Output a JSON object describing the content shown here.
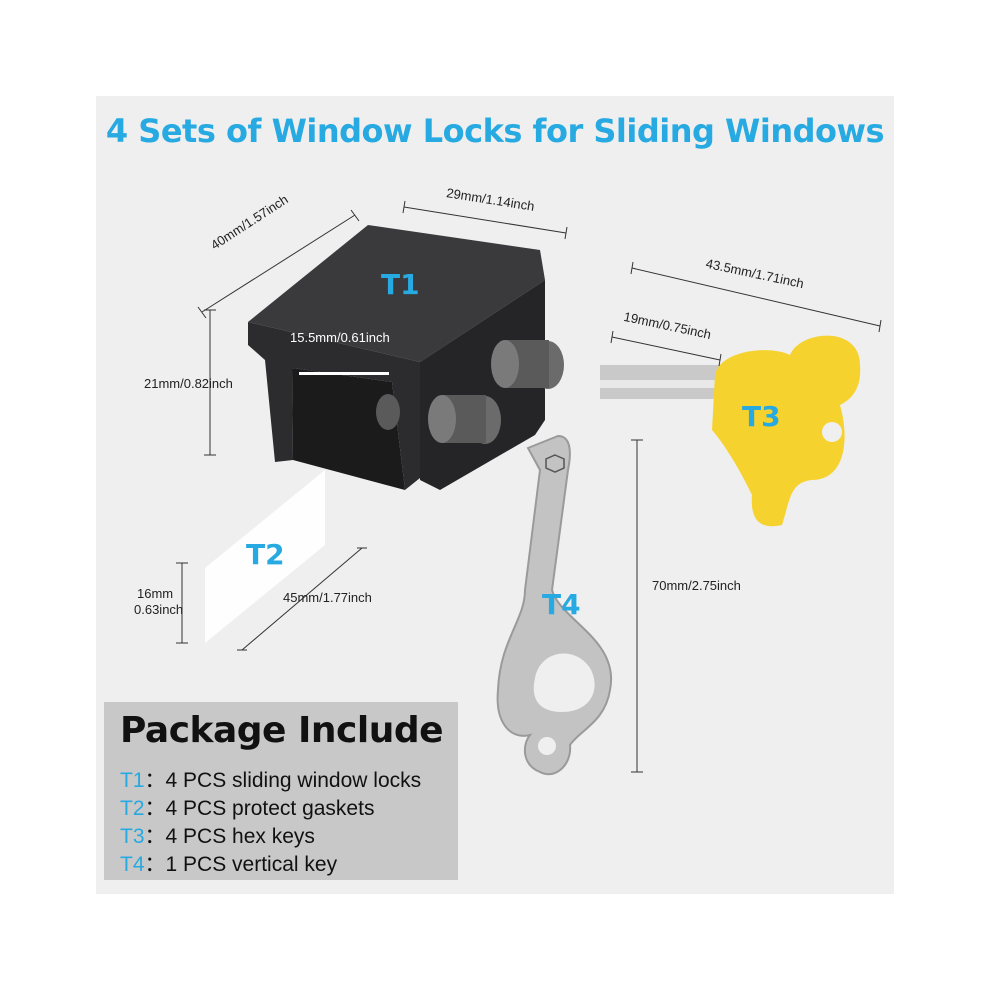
{
  "title": "4 Sets of Window Locks for Sliding Windows",
  "dimensions": {
    "t1_depth": "40mm/1.57inch",
    "t1_width": "29mm/1.14inch",
    "t1_height": "21mm/0.82inch",
    "t1_gap": "15.5mm/0.61inch",
    "t3_length": "43.5mm/1.71inch",
    "t3_shaft": "19mm/0.75inch",
    "t2_height_mm": "16mm",
    "t2_height_in": "0.63inch",
    "t2_length": "45mm/1.77inch",
    "t4_length": "70mm/2.75inch"
  },
  "labels": {
    "t1": "T1",
    "t2": "T2",
    "t3": "T3",
    "t4": "T4"
  },
  "package": {
    "heading": "Package Include",
    "items": [
      {
        "code": "T1",
        "sep": "：",
        "text": "4 PCS sliding window locks"
      },
      {
        "code": "T2",
        "sep": "：",
        "text": "4 PCS protect gaskets"
      },
      {
        "code": "T3",
        "sep": "：",
        "text": "4 PCS hex keys"
      },
      {
        "code": "T4",
        "sep": "：",
        "text": "1 PCS vertical key"
      }
    ]
  },
  "colors": {
    "accent": "#27a9e1",
    "key_yellow": "#f6d22e",
    "lock_black": "#2b2b2d",
    "panel_gray": "#c8c8c8"
  }
}
